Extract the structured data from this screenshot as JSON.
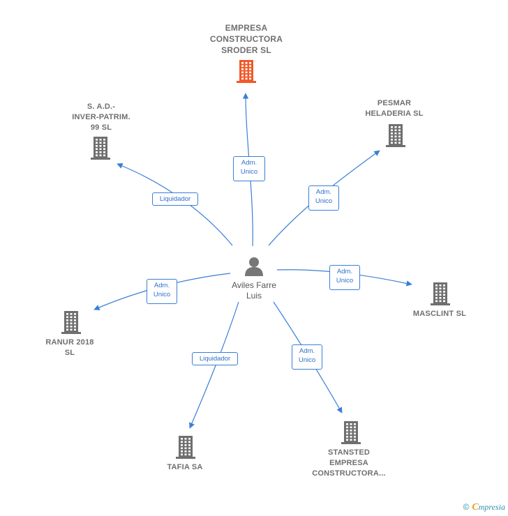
{
  "colors": {
    "edge": "#3a7fd5",
    "building_main": "#f05a28",
    "building": "#6f6f6f",
    "person": "#777777"
  },
  "center": {
    "name": "Aviles Farre\nLuis",
    "icon": "person-icon"
  },
  "companies": [
    {
      "id": "empresa-constructora-sroder",
      "name": "EMPRESA\nCONSTRUCTORA\nSRODER  SL",
      "main": true,
      "icon": "building-icon"
    },
    {
      "id": "sad-inver-patrim",
      "name": "S. A.D.-\nINVER-PATRIM.\n99 SL",
      "icon": "building-icon"
    },
    {
      "id": "pesmar-heladeria",
      "name": "PESMAR\nHELADERIA SL",
      "icon": "building-icon"
    },
    {
      "id": "masclint",
      "name": "MASCLINT  SL",
      "icon": "building-icon"
    },
    {
      "id": "ranur-2018",
      "name": "RANUR 2018\nSL",
      "icon": "building-icon"
    },
    {
      "id": "tafia",
      "name": "TAFIA SA",
      "icon": "building-icon"
    },
    {
      "id": "stansted",
      "name": "STANSTED\nEMPRESA\nCONSTRUCTORA...",
      "icon": "building-icon"
    }
  ],
  "edges": [
    {
      "to": "empresa-constructora-sroder",
      "label": "Adm.\nUnico"
    },
    {
      "to": "sad-inver-patrim",
      "label": "Liquidador"
    },
    {
      "to": "pesmar-heladeria",
      "label": "Adm.\nUnico"
    },
    {
      "to": "masclint",
      "label": "Adm.\nUnico"
    },
    {
      "to": "ranur-2018",
      "label": "Adm.\nUnico"
    },
    {
      "to": "tafia",
      "label": "Liquidador"
    },
    {
      "to": "stansted",
      "label": "Adm.\nUnico"
    }
  ],
  "footer": {
    "copyright": "©",
    "brand_initial": "C",
    "brand_rest": "mpresia"
  }
}
